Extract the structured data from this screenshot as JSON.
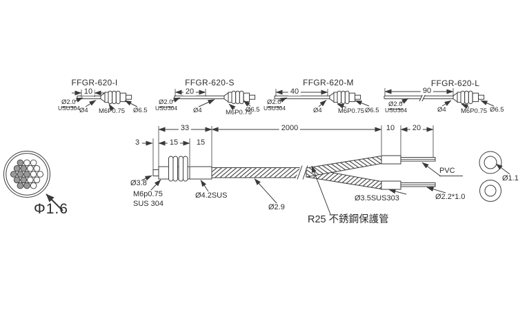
{
  "colors": {
    "line": "#3a3a3a",
    "text": "#2b2b2b",
    "hole_fill": "#999999",
    "background": "#ffffff"
  },
  "variants": [
    {
      "model": "FFGR-620-I",
      "tip_length": "10",
      "fiber_diameter": "Ø2.0",
      "fiber_material": "USU304",
      "tube_diameter": "Ø4",
      "thread": "M6P0.75",
      "head_diameter": "Ø6.5"
    },
    {
      "model": "FFGR-620-S",
      "tip_length": "20",
      "fiber_diameter": "Ø2.0",
      "fiber_material": "USU304",
      "tube_diameter": "Ø4",
      "thread": "M6P0.75",
      "head_diameter": "Ø6.5"
    },
    {
      "model": "FFGR-620-M",
      "tip_length": "40",
      "fiber_diameter": "Ø2.0",
      "fiber_material": "USU304",
      "tube_diameter": "Ø4",
      "thread": "M6P0.75",
      "head_diameter": "Ø6.5"
    },
    {
      "model": "FFGR-620-L",
      "tip_length": "90",
      "fiber_diameter": "Ø2.0",
      "fiber_material": "USU304",
      "tube_diameter": "Ø4",
      "thread": "M6P0.75",
      "head_diameter": "Ø6.5"
    }
  ],
  "main_view": {
    "dimensions": {
      "head_length": "33",
      "cable_length": "2000",
      "ferrule_length": "10",
      "rod_length": "20",
      "tip_length": "3",
      "thread_length": "15",
      "sleeve_length": "15"
    },
    "labels": {
      "tip_diameter": "Ø3.8",
      "thread_spec": "M6p0.75",
      "thread_material": "SUS 304",
      "sleeve_spec": "Ø4.2SUS",
      "conduit_diameter": "Ø2.9",
      "protection_tube": "R25 不銹鋼保護管",
      "ferrule_spec": "Ø3.5SUS303",
      "rod_spec": "Ø2.2*1.0",
      "jacket": "PVC",
      "core_diameter": "Ø1.1"
    }
  },
  "cross_section": {
    "bundle_diameter": "Φ1.6"
  }
}
